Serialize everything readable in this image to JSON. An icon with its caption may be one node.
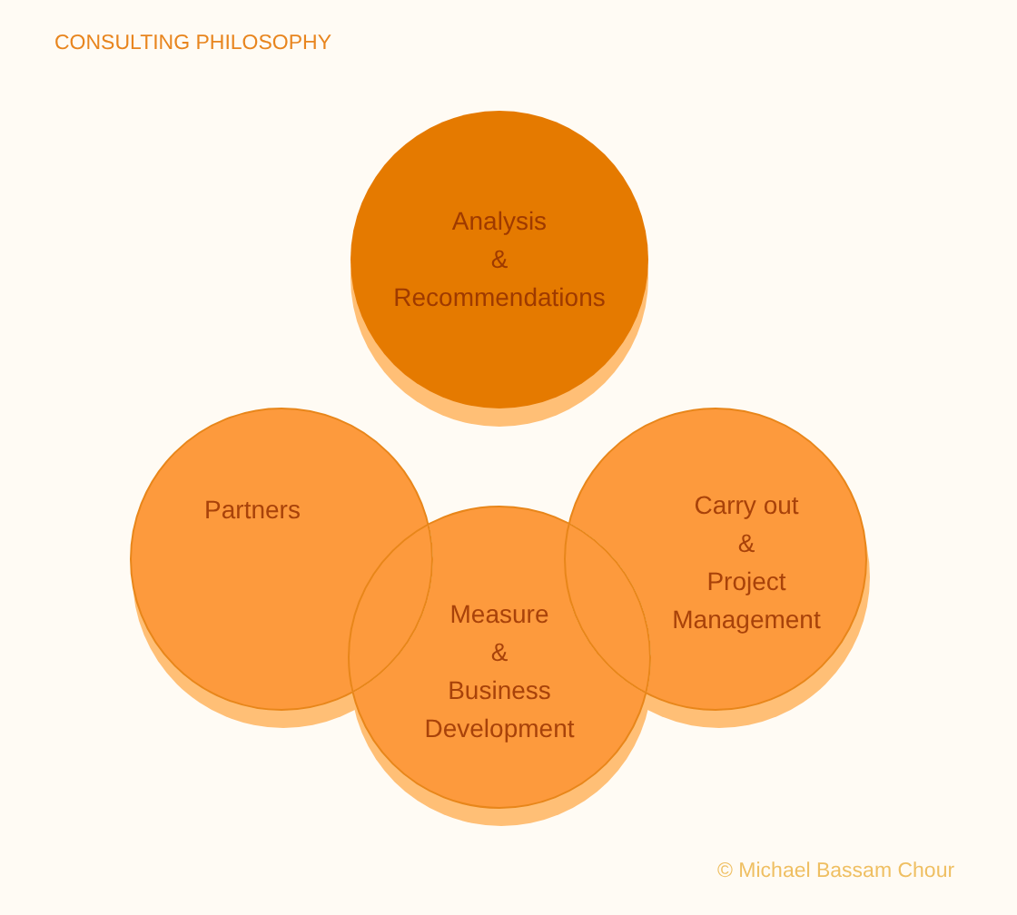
{
  "diagram": {
    "title": "CONSULTING PHILOSOPHY",
    "nodes": [
      {
        "text": [
          "Analysis & Recommendations"
        ]
      },
      {
        "text": [
          "Partners"
        ]
      },
      {
        "text": [
          "Measure & Business Development"
        ]
      },
      {
        "text": [
          "Carry out & Project Management"
        ]
      }
    ],
    "labels": [
      "© Michael Bassam Chour"
    ]
  }
}
